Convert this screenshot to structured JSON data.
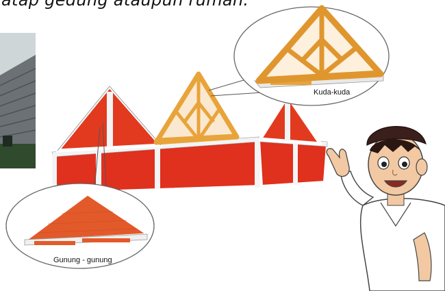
{
  "caption_text": "atap gedung ataupun rumah.",
  "callouts": {
    "kuda_kuda_label": "Kuda-kuda",
    "gunung_label": "Gunung - gunung"
  },
  "colors": {
    "wall_red": "#e0301e",
    "gable_red": "#e53a1e",
    "beam_orange": "#e8a43a",
    "roof_gray": "#5f6468",
    "skin": "#f2c9a3",
    "cap": "#3a1f1c"
  }
}
